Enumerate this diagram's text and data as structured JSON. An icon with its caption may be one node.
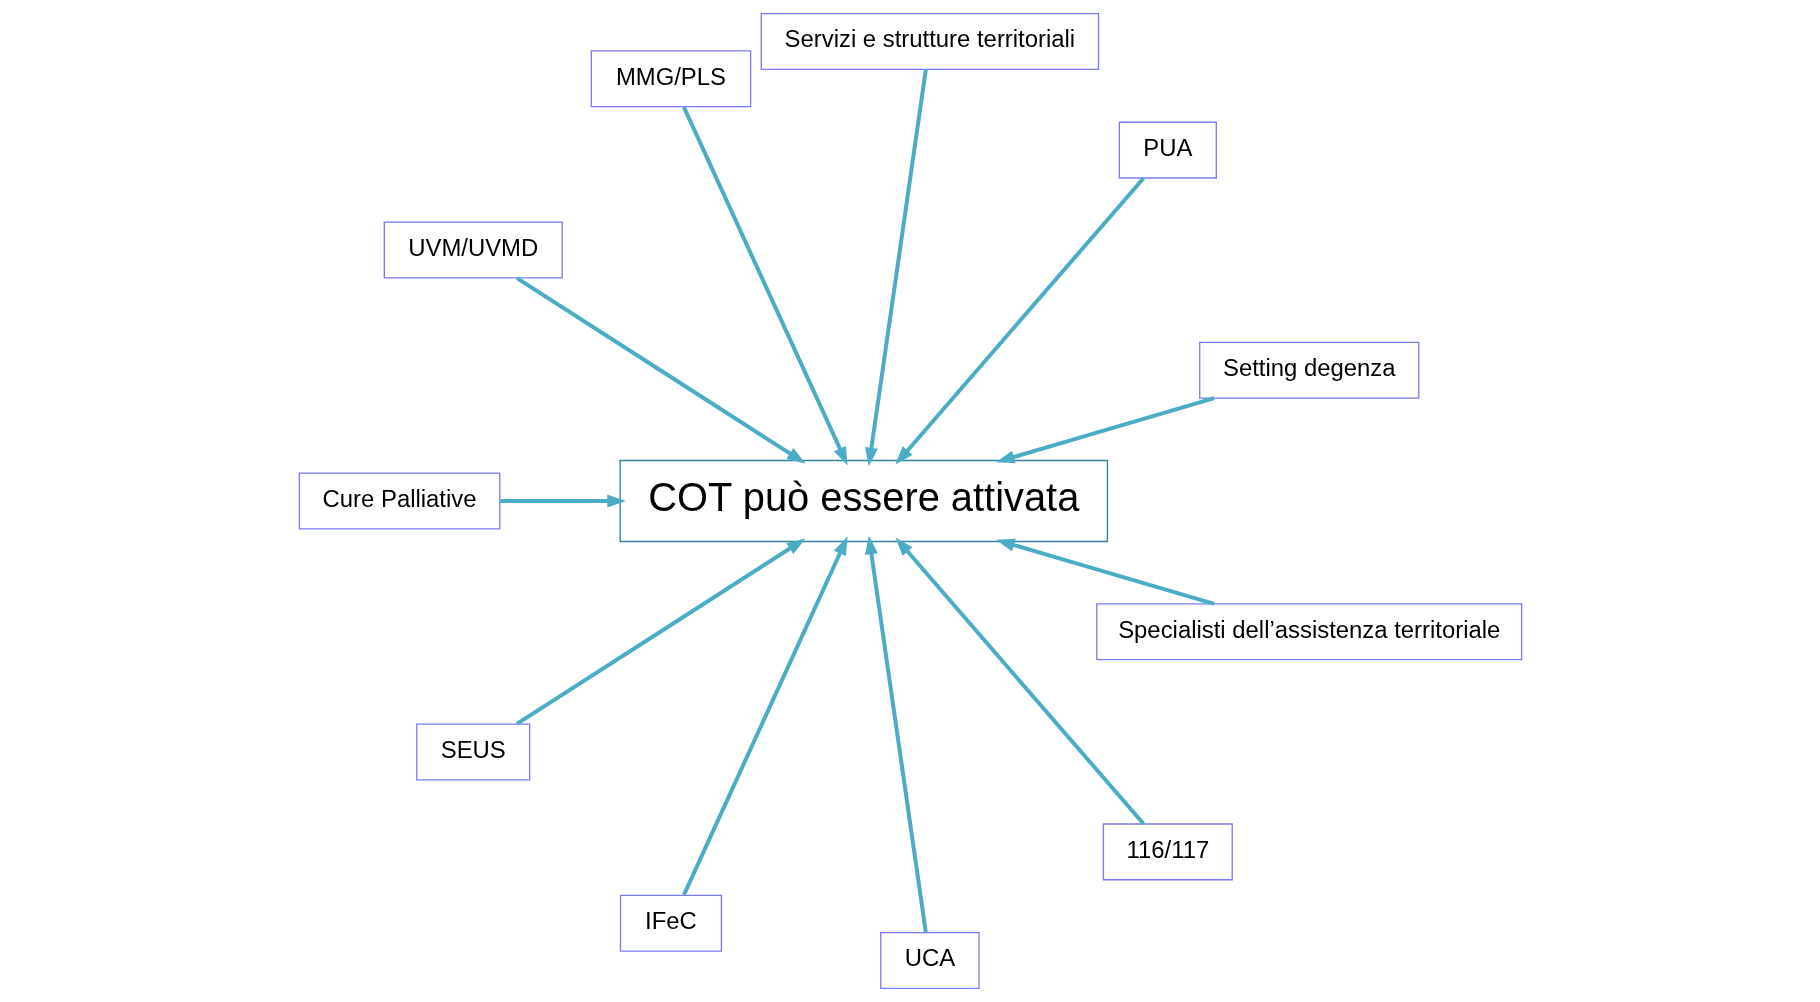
{
  "diagram": {
    "nodes": [
      {
        "text": [
          "Setting degenza"
        ]
      },
      {
        "text": [
          "PUA"
        ]
      },
      {
        "text": [
          "Servizi e strutture territoriali"
        ]
      },
      {
        "text": [
          "MMG/PLS"
        ]
      },
      {
        "text": [
          "UVM/UVMD"
        ]
      },
      {
        "text": [
          "Cure Palliative"
        ]
      },
      {
        "text": [
          "COT può essere attivata"
        ]
      },
      {
        "text": [
          "SEUS"
        ]
      },
      {
        "text": [
          "IFeC"
        ]
      },
      {
        "text": [
          "UCA"
        ]
      },
      {
        "text": [
          "116/117"
        ]
      },
      {
        "text": [
          "Specialisti dell’assistenza territoriale"
        ]
      }
    ],
    "edges": [
      {
        "from": 0,
        "to": 6,
        "arrow": "to"
      },
      {
        "from": 1,
        "to": 6,
        "arrow": "to"
      },
      {
        "from": 2,
        "to": 6,
        "arrow": "to"
      },
      {
        "from": 3,
        "to": 6,
        "arrow": "to"
      },
      {
        "from": 4,
        "to": 6,
        "arrow": "to"
      },
      {
        "from": 5,
        "to": 6,
        "arrow": "to"
      },
      {
        "from": 7,
        "to": 6,
        "arrow": "to"
      },
      {
        "from": 8,
        "to": 6,
        "arrow": "to"
      },
      {
        "from": 9,
        "to": 6,
        "arrow": "to"
      },
      {
        "from": 10,
        "to": 6,
        "arrow": "to"
      },
      {
        "from": 11,
        "to": 6,
        "arrow": "to"
      }
    ]
  }
}
